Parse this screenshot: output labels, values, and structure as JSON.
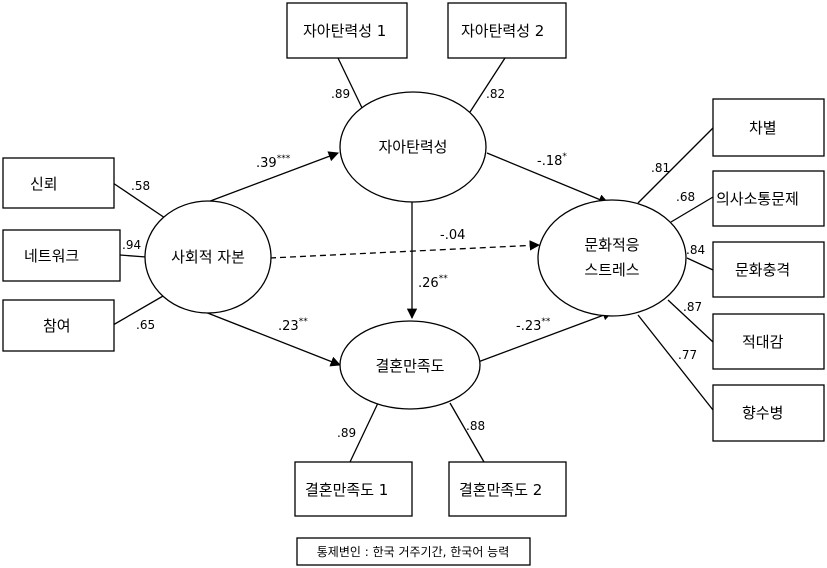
{
  "observed": {
    "trust": "신뢰",
    "network": "네트워크",
    "participation": "참여",
    "resilience1": "자아탄력성 1",
    "resilience2": "자아탄력성 2",
    "marital1": "결혼만족도 1",
    "marital2": "결혼만족도 2",
    "discrimination": "차별",
    "communication": "의사소통문제",
    "culture_shock": "문화충격",
    "hostility": "적대감",
    "homesickness": "향수병"
  },
  "latent": {
    "social_capital": "사회적 자본",
    "resilience": "자아탄력성",
    "marital": "결혼만족도",
    "stress_line1": "문화적응",
    "stress_line2": "스트레스"
  },
  "loadings": {
    "trust": ".58",
    "network": ".94",
    "participation": ".65",
    "resilience1": ".89",
    "resilience2": ".82",
    "marital1": ".89",
    "marital2": ".88",
    "discrimination": ".81",
    "communication": ".68",
    "culture_shock": ".84",
    "hostility": ".87",
    "homesickness": ".77"
  },
  "paths": {
    "sc_res": {
      "value": ".39",
      "sig": "***"
    },
    "res_stress": {
      "value": "-.18",
      "sig": "*"
    },
    "sc_stress": {
      "value": "-.04",
      "sig": ""
    },
    "res_mar": {
      "value": ".26",
      "sig": "**"
    },
    "sc_mar": {
      "value": ".23",
      "sig": "**"
    },
    "mar_stress": {
      "value": "-.23",
      "sig": "**"
    }
  },
  "note": "통제변인 : 한국 거주기간, 한국어 능력"
}
